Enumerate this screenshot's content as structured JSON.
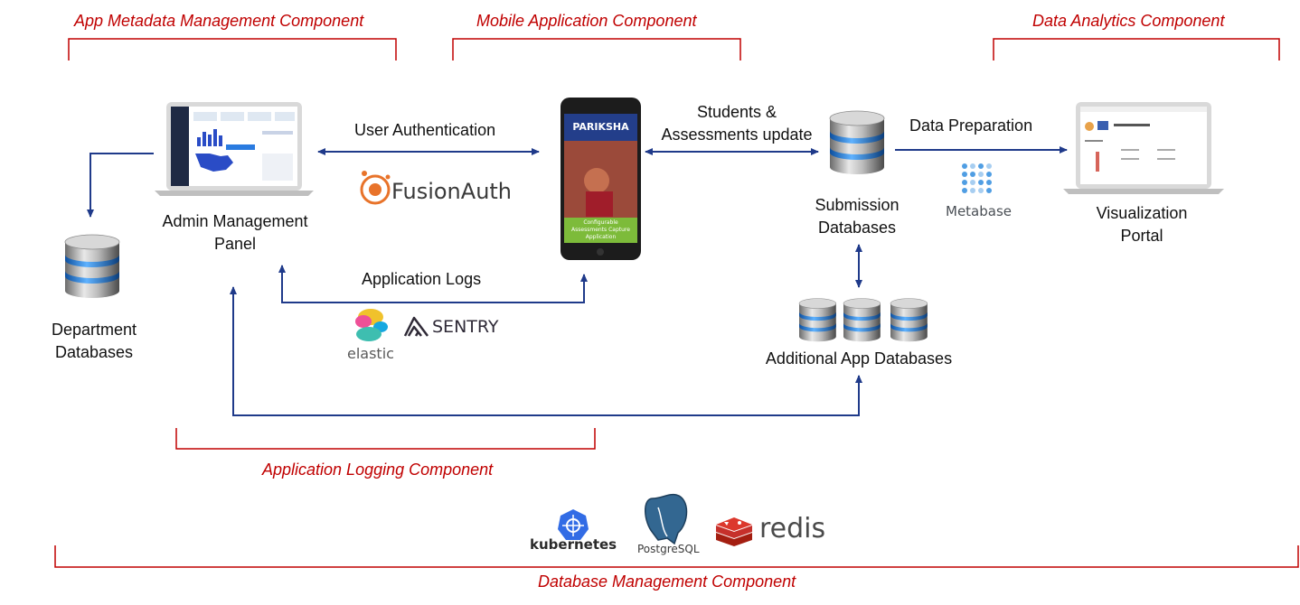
{
  "components": {
    "app_metadata": "App Metadata Management Component",
    "mobile_app": "Mobile Application Component",
    "data_analytics": "Data Analytics Component",
    "app_logging": "Application Logging Component",
    "database_mgmt": "Database Management Component"
  },
  "nodes": {
    "admin_panel": "Admin Management Panel",
    "department_db": "Department Databases",
    "submission_db": "Submission Databases",
    "additional_db": "Additional App Databases",
    "visualization_portal": "Visualization Portal"
  },
  "phone": {
    "brand": "PARIKSHA",
    "caption": "Configurable Assessments Capture Application"
  },
  "edges": {
    "user_auth": "User Authentication",
    "students_update": "Students & Assessments update",
    "data_prep": "Data Preparation",
    "app_logs": "Application Logs"
  },
  "tools": {
    "fusionauth": "FusionAuth",
    "metabase": "Metabase",
    "elastic": "elastic",
    "sentry": "SENTRY",
    "kubernetes": "kubernetes",
    "postgresql": "PostgreSQL",
    "redis": "redis"
  },
  "colors": {
    "arrow": "#1f3a8a",
    "component_text": "#c00000",
    "bracket": "#c00000",
    "db_stripe": "#2d7fd3"
  }
}
